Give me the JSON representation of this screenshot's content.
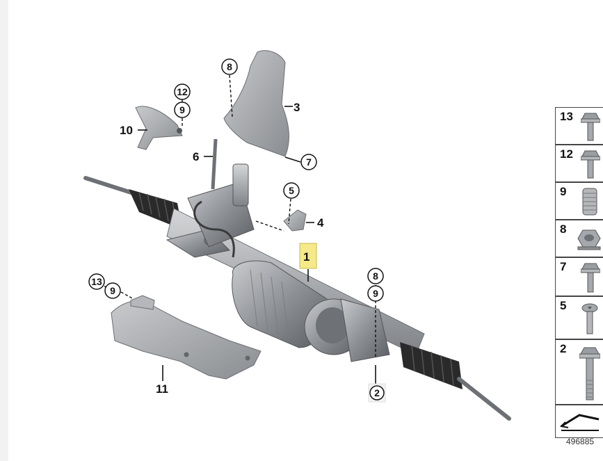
{
  "callouts": {
    "c1": "1",
    "c2": "2",
    "c3": "3",
    "c4": "4",
    "c5": "5",
    "c6": "6",
    "c7": "7",
    "c8a": "8",
    "c8b": "8",
    "c9a": "9",
    "c9b": "9",
    "c9c": "9",
    "c10": "10",
    "c11": "11",
    "c12": "12",
    "c13": "13"
  },
  "legend": [
    {
      "number": "13",
      "icon": "hex-flange-bolt-icon"
    },
    {
      "number": "12",
      "icon": "hex-flange-bolt-icon"
    },
    {
      "number": "9",
      "icon": "threaded-sleeve-icon"
    },
    {
      "number": "8",
      "icon": "hex-nut-icon"
    },
    {
      "number": "7",
      "icon": "hex-flange-bolt-icon"
    },
    {
      "number": "5",
      "icon": "torx-screw-icon"
    },
    {
      "number": "2",
      "icon": "long-bolt-icon"
    }
  ],
  "diagram_id": "496885",
  "colors": {
    "highlight": "#f5e98a",
    "part_fill": "#8e9196",
    "part_dark": "#4a4d52",
    "boot": "#2a2a2a"
  }
}
